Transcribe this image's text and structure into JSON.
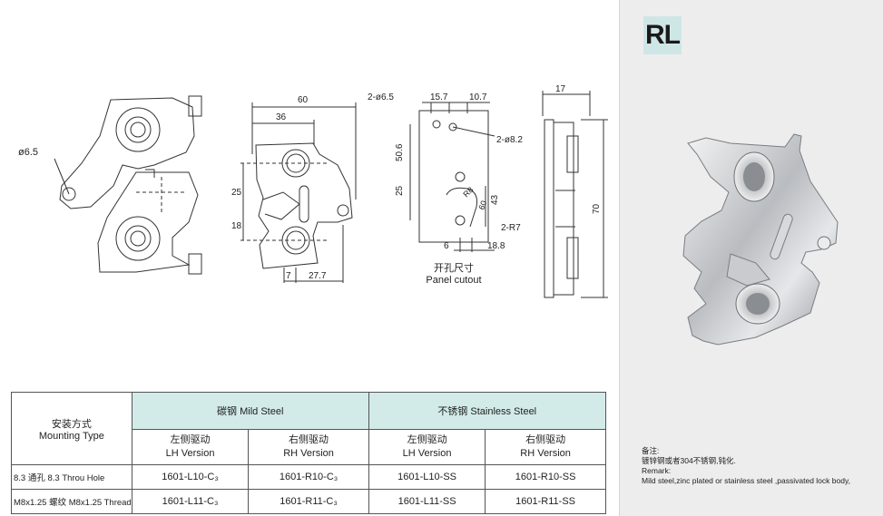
{
  "badge": "RL",
  "drawings": {
    "front": {
      "dia_label": "ø6.5"
    },
    "middle": {
      "width": "60",
      "upper": "36",
      "h25": "25",
      "h18": "18",
      "b7": "7",
      "b277": "27.7"
    },
    "cutout": {
      "hole_label": "2-ø6.5",
      "d157": "15.7",
      "d107": "10.7",
      "d506": "50.6",
      "d25": "25",
      "hole2_label": "2-ø8.2",
      "r8": "R8",
      "d60": "60",
      "d43": "43",
      "r7": "2-R7",
      "d6": "6",
      "d188": "18.8",
      "caption_cn": "开孔尺寸",
      "caption_en": "Panel cutout"
    },
    "side": {
      "d17": "17",
      "d70": "70"
    }
  },
  "table": {
    "mounting_cn": "安装方式",
    "mounting_en": "Mounting Type",
    "mild_steel": "碳钢 Mild Steel",
    "stainless": "不锈钢 Stainless Steel",
    "lh_cn": "左侧驱动",
    "lh_en": "LH Version",
    "rh_cn": "右侧驱动",
    "rh_en": "RH Version",
    "rows": [
      {
        "label": "8.3 通孔 8.3 Throu Hole",
        "mild_lh": "1601-L10-C₃",
        "mild_rh": "1601-R10-C₃",
        "ss_lh": "1601-L10-SS",
        "ss_rh": "1601-R10-SS"
      },
      {
        "label": "M8x1.25 螺纹 M8x1.25 Thread",
        "mild_lh": "1601-L11-C₃",
        "mild_rh": "1601-R11-C₃",
        "ss_lh": "1601-L11-SS",
        "ss_rh": "1601-R11-SS"
      }
    ]
  },
  "remark": {
    "cn_title": "备注:",
    "cn_text": "镀锌钢或者304不锈钢,钝化.",
    "en_title": "Remark:",
    "en_text": "Mild steel,zinc plated or stainless steel ,passivated lock body,"
  }
}
